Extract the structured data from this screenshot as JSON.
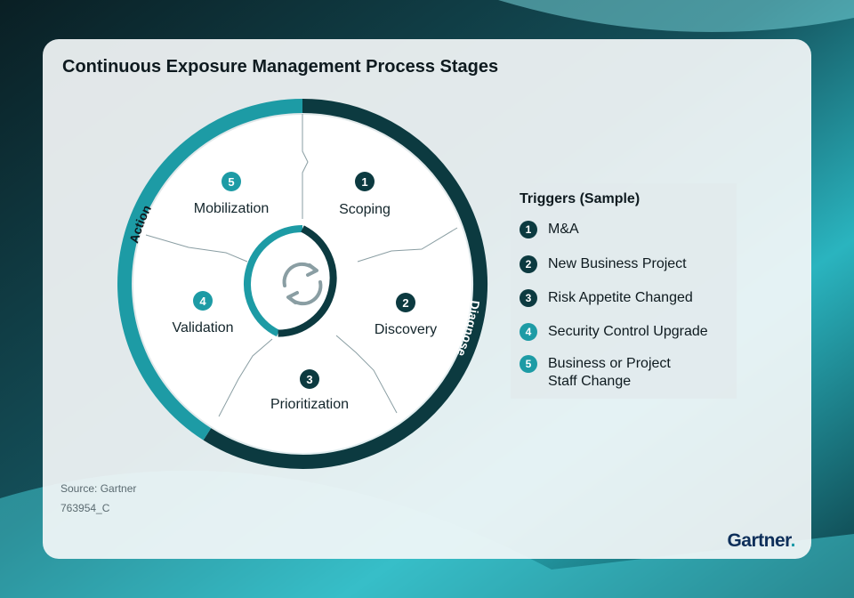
{
  "title": "Continuous Exposure Management Process Stages",
  "colors": {
    "dark": "#0c3a40",
    "teal": "#1d9ba5",
    "line": "#8a9ea3",
    "text": "#13252b"
  },
  "arcs": {
    "diagnose_label": "Diagnose",
    "action_label": "Action"
  },
  "center_icon": "refresh-cycle-icon",
  "stages": [
    {
      "num": "1",
      "label": "Scoping",
      "color": "#0c3a40"
    },
    {
      "num": "2",
      "label": "Discovery",
      "color": "#0c3a40"
    },
    {
      "num": "3",
      "label": "Prioritization",
      "color": "#0c3a40"
    },
    {
      "num": "4",
      "label": "Validation",
      "color": "#1d9ba5"
    },
    {
      "num": "5",
      "label": "Mobilization",
      "color": "#1d9ba5"
    }
  ],
  "triggers": {
    "title": "Triggers (Sample)",
    "items": [
      {
        "num": "1",
        "label": "M&A",
        "color": "#0c3a40"
      },
      {
        "num": "2",
        "label": "New Business Project",
        "color": "#0c3a40"
      },
      {
        "num": "3",
        "label": "Risk Appetite Changed",
        "color": "#0c3a40"
      },
      {
        "num": "4",
        "label": "Security Control Upgrade",
        "color": "#1d9ba5"
      },
      {
        "num": "5",
        "label": "Business or Project Staff Change",
        "color": "#1d9ba5"
      }
    ]
  },
  "source": "Source: Gartner",
  "doc_id": "763954_C",
  "logo": {
    "text": "Gartner",
    "dot": "."
  }
}
